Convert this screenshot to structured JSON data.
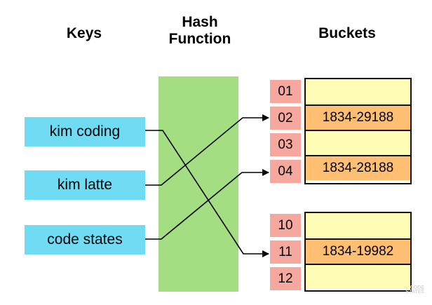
{
  "headers": {
    "keys": "Keys",
    "hash_line1": "Hash",
    "hash_line2": "Function",
    "buckets": "Buckets"
  },
  "keys": [
    {
      "label": "kim coding"
    },
    {
      "label": "kim latte"
    },
    {
      "label": "code states"
    }
  ],
  "buckets": [
    [
      {
        "index": "01",
        "value": ""
      },
      {
        "index": "02",
        "value": "1834-29188"
      },
      {
        "index": "03",
        "value": ""
      },
      {
        "index": "04",
        "value": "1834-28188"
      }
    ],
    [
      {
        "index": "10",
        "value": ""
      },
      {
        "index": "11",
        "value": "1834-19982"
      },
      {
        "index": "12",
        "value": ""
      }
    ]
  ],
  "mappings": [
    {
      "from_key": "kim coding",
      "to_index": "11"
    },
    {
      "from_key": "kim latte",
      "to_index": "02"
    },
    {
      "from_key": "code states",
      "to_index": "04"
    }
  ],
  "colors": {
    "hash_box": "#a3de83",
    "key_box": "#70dcf4",
    "index_box": "#f6a89e",
    "bucket_empty": "#fffcb6",
    "bucket_filled": "#ffbf73"
  },
  "watermark": {
    "line1": "CODE",
    "line2": "STATES"
  }
}
